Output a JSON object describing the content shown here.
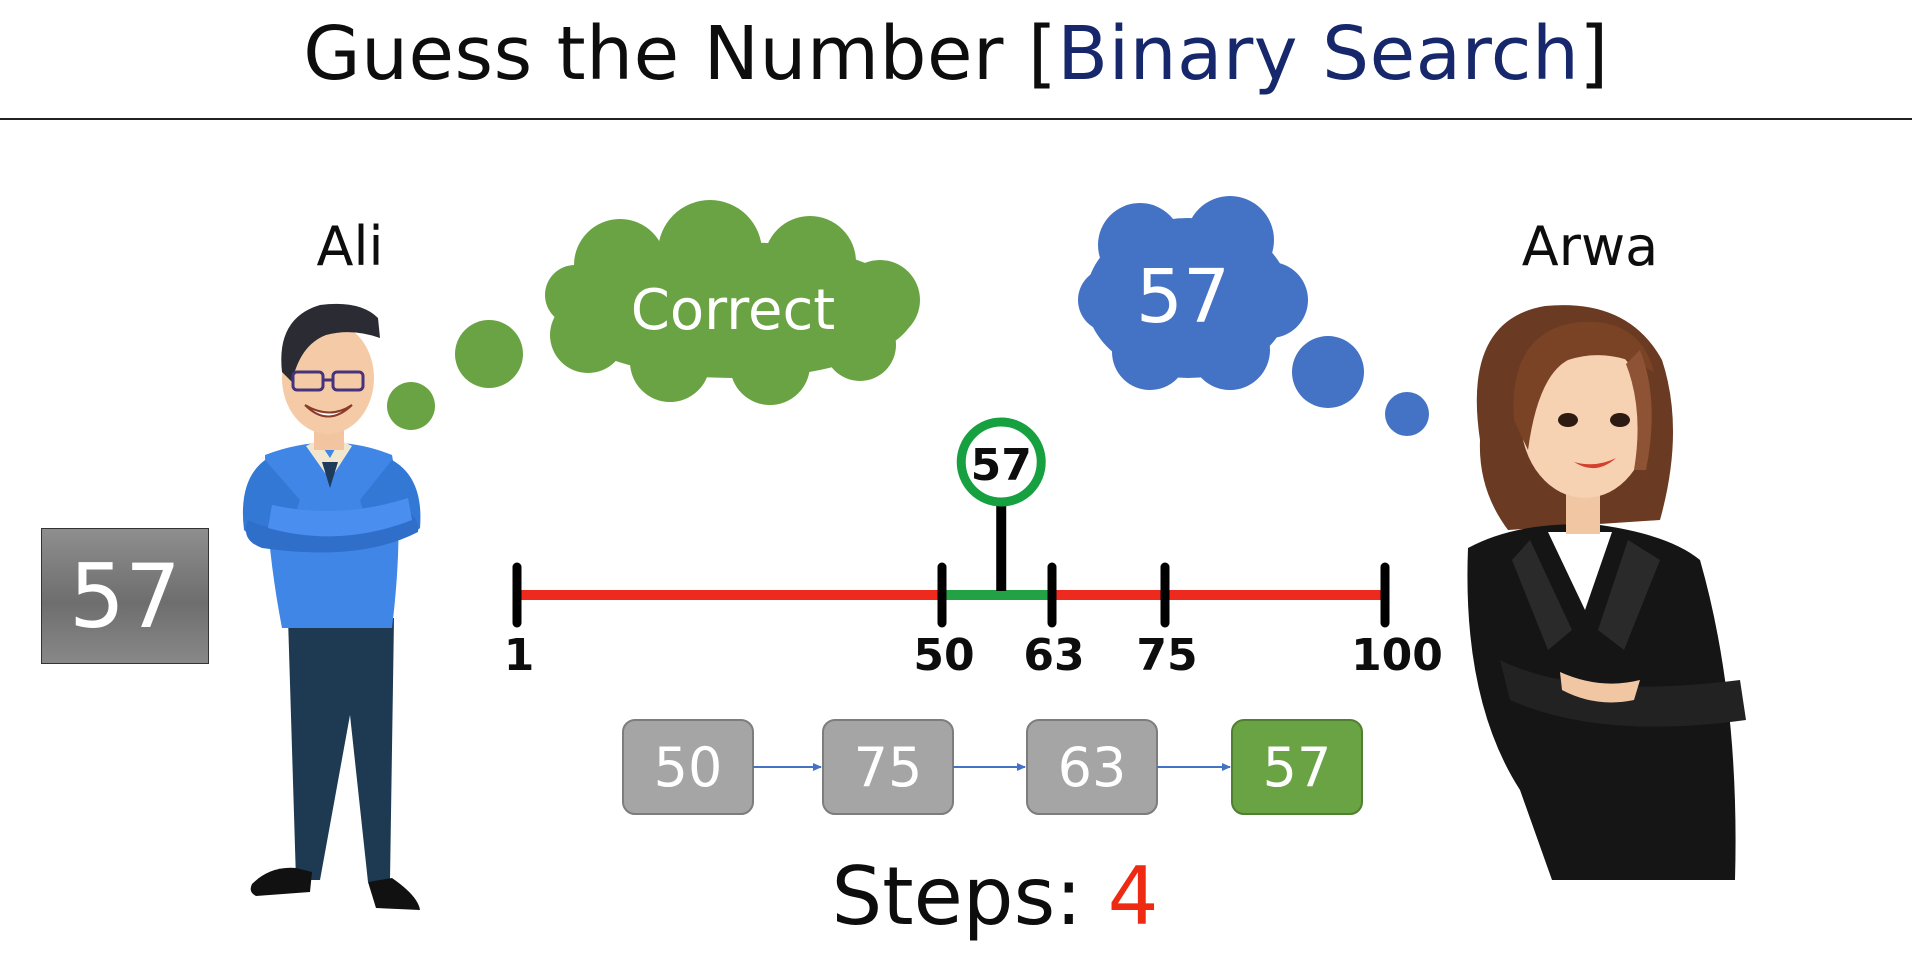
{
  "title": {
    "main": "Guess the Number [",
    "accent": "Binary Search",
    "close": "]"
  },
  "players": {
    "left": {
      "name": "Ali",
      "secret_number": "57",
      "thought": "Correct"
    },
    "right": {
      "name": "Arwa",
      "thought": "57"
    }
  },
  "number_line": {
    "ticks": [
      {
        "label": "1",
        "value": 1
      },
      {
        "label": "50",
        "value": 50
      },
      {
        "label": "63",
        "value": 63
      },
      {
        "label": "75",
        "value": 75
      },
      {
        "label": "100",
        "value": 100
      }
    ],
    "active_range": [
      50,
      63
    ],
    "marker": {
      "label": "57",
      "value": 57
    }
  },
  "guesses": [
    {
      "label": "50",
      "status": "wrong"
    },
    {
      "label": "75",
      "status": "wrong"
    },
    {
      "label": "63",
      "status": "wrong"
    },
    {
      "label": "57",
      "status": "correct"
    }
  ],
  "steps": {
    "label": "Steps: ",
    "count": "4"
  },
  "colors": {
    "title_accent": "#16286b",
    "line_out_of_range": "#ee2a1f",
    "line_in_range": "#23a245",
    "marker_ring": "#16a040",
    "guess_box": "#a5a5a5",
    "guess_box_correct": "#6aa343",
    "cloud_green": "#6aa343",
    "cloud_blue": "#4472c4",
    "steps_count": "#ee2a12"
  }
}
